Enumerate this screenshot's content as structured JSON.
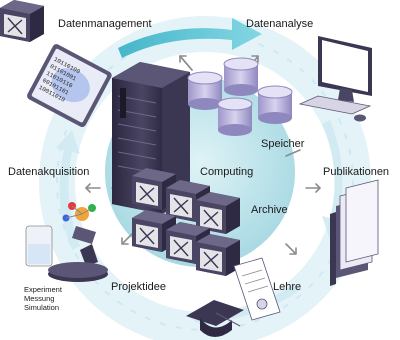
{
  "labels": {
    "datenmanagement": "Datenmanagement",
    "datenanalyse": "Datenanalyse",
    "speicher": "Speicher",
    "computing": "Computing",
    "publikationen": "Publikationen",
    "datenakquisition": "Datenakquisition",
    "archive": "Archive",
    "projektidee": "Projektidee",
    "lehre": "Lehre",
    "experiment_lines": [
      "Experiment",
      "Messung",
      "Simulation"
    ]
  },
  "icons": {
    "data_management": "binary-data-tablet-icon",
    "data_analysis": "desktop-computer-icon",
    "publications": "document-stack-icon",
    "teaching": "graduation-cap-diploma-icon",
    "acquisition": "lab-microscope-icon",
    "storage": "database-cylinders-icon",
    "computing": "server-rack-icon",
    "archive": "tape-archive-boxes-icon"
  },
  "colors": {
    "cycle_ring": "#d6eef5",
    "center_disc": "#bfe3ea",
    "arrow_teal": "#4fc0d3",
    "hardware_purple": "#3a3550",
    "database_lavender": "#c9c4e6"
  }
}
